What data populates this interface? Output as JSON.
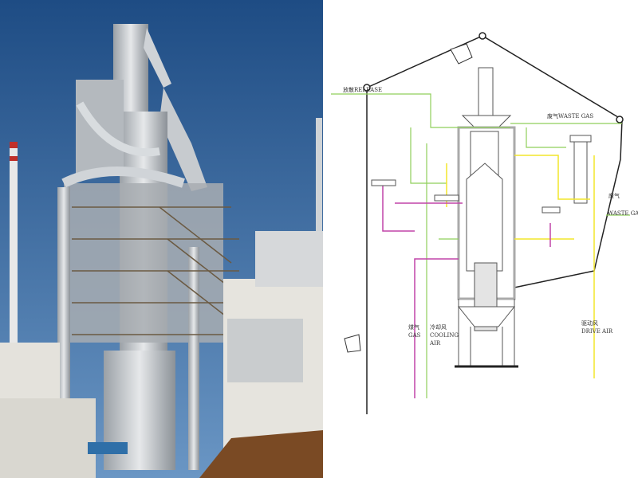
{
  "diagram": {
    "labels": {
      "release": "放散RELEASE",
      "waste_gas_top": "废气WASTE GAS",
      "waste_gas_right_cn": "废气",
      "waste_gas_right_en": "WASTE GAS",
      "gas_cn": "煤气",
      "gas_en": "GAS",
      "cooling_cn": "冷却风",
      "cooling_en1": "COOLING",
      "cooling_en2": "AIR",
      "drive_cn": "驱动风",
      "drive_en": "DRIVE AIR"
    },
    "colors": {
      "green": "#8fcf5a",
      "yellow": "#f2e62a",
      "magenta": "#c044a8",
      "black": "#222222",
      "gray": "#888888"
    }
  },
  "photo": {
    "colors": {
      "sky_top": "#1f4f86",
      "sky_bottom": "#5f8fbf",
      "steel": "#d8dadc"
    }
  }
}
